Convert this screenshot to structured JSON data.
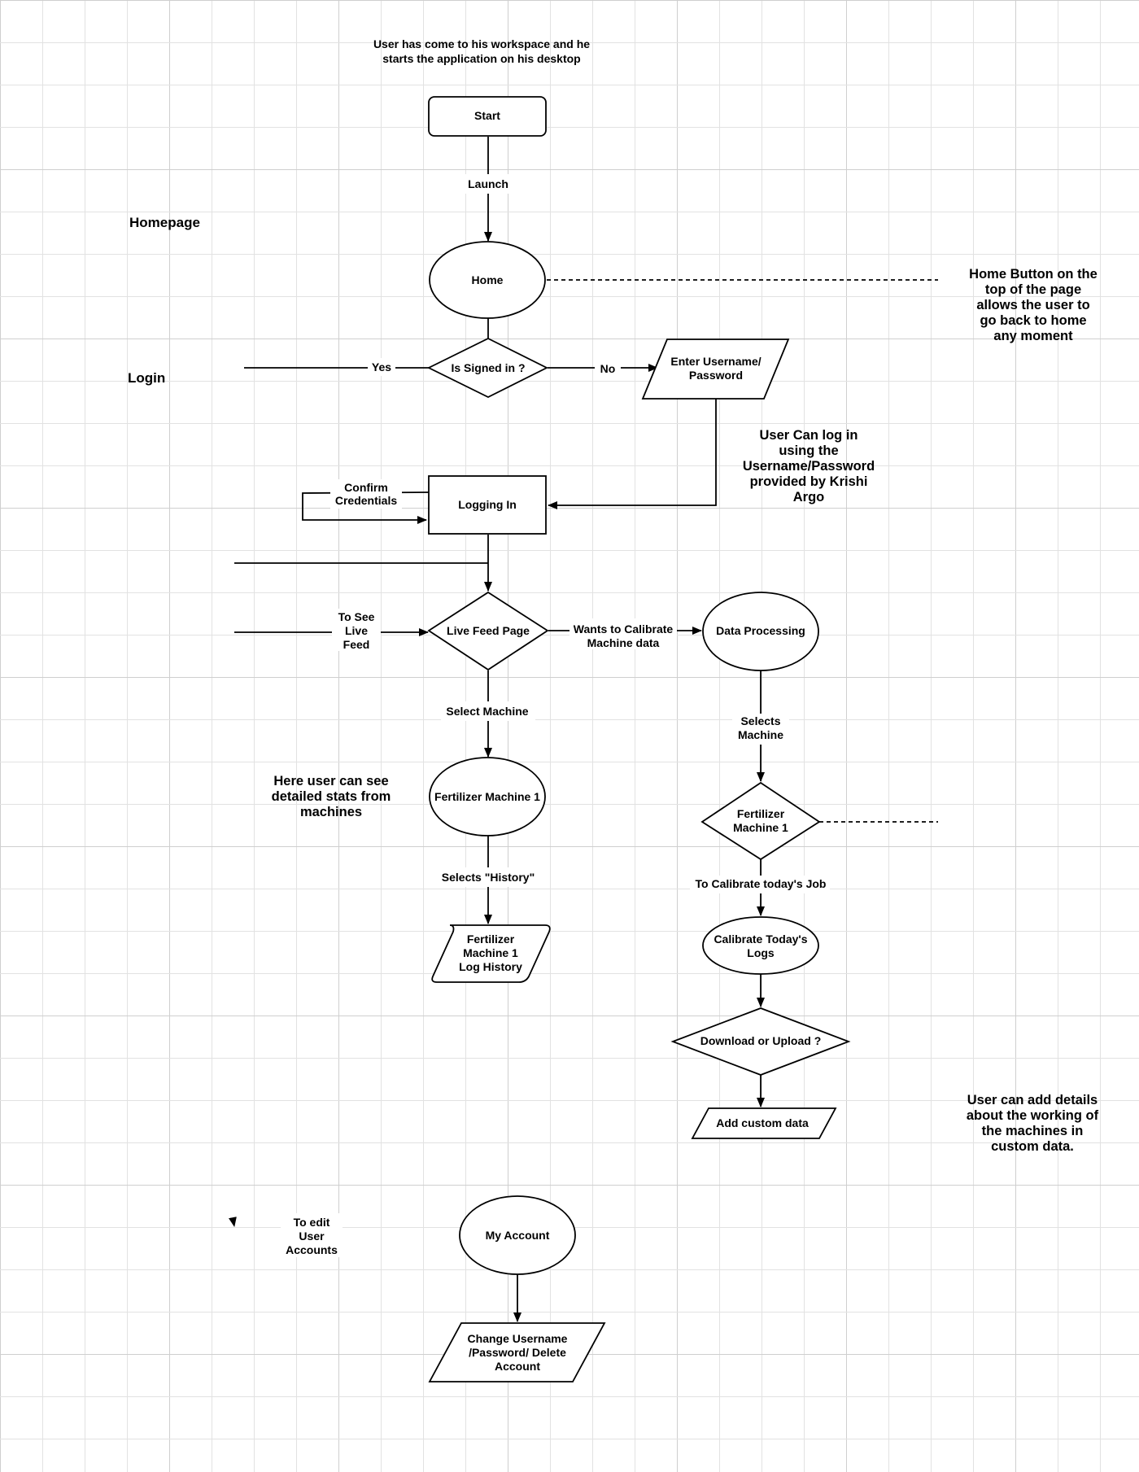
{
  "diagram": {
    "intro": [
      "User has come to his workspace and he",
      "starts the application on his desktop"
    ],
    "sections": {
      "homepage": "Homepage",
      "login": "Login"
    },
    "nodes": {
      "start": "Start",
      "home": "Home",
      "is_signed_in": "Is Signed in ?",
      "enter_credentials": [
        "Enter Username/",
        "Password"
      ],
      "logging_in": "Logging In",
      "live_feed_page": "Live Feed Page",
      "data_processing": "Data Processing",
      "fertilizer_machine_1": "Fertilizer Machine 1",
      "fertilizer_machine_1_decision": [
        "Fertilizer",
        "Machine 1"
      ],
      "log_history": [
        "Fertilizer",
        "Machine 1",
        "Log History"
      ],
      "calibrate_logs": [
        "Calibrate Today's",
        "Logs"
      ],
      "download_upload": "Download or Upload ?",
      "add_custom_data": "Add custom data",
      "my_account": "My Account",
      "change_account": [
        "Change Username",
        "/Password/ Delete",
        "Account"
      ]
    },
    "edge_labels": {
      "launch": "Launch",
      "yes": "Yes",
      "no": "No",
      "confirm_credentials": [
        "Confirm",
        "Credentials"
      ],
      "to_see_live_feed": [
        "To See",
        "Live",
        "Feed"
      ],
      "wants_to_calibrate": [
        "Wants to Calibrate",
        "Machine data"
      ],
      "select_machine": "Select Machine",
      "selects_machine": [
        "Selects",
        "Machine"
      ],
      "selects_history": "Selects \"History\"",
      "to_calibrate_job": "To Calibrate today's Job",
      "to_edit_user_accounts": [
        "To edit",
        "User",
        "Accounts"
      ]
    },
    "notes": {
      "home_button": [
        "Home Button on the",
        "top of the page",
        "allows the user to",
        "go back to home",
        "any moment"
      ],
      "user_can_login": [
        "User Can log in",
        "using the",
        "Username/Password",
        "provided by Krishi",
        "Argo"
      ],
      "detailed_stats": [
        "Here user can see",
        "detailed stats from",
        "machines"
      ],
      "custom_data": [
        "User can add details",
        "about the working of",
        "the machines in",
        "custom data."
      ]
    }
  }
}
